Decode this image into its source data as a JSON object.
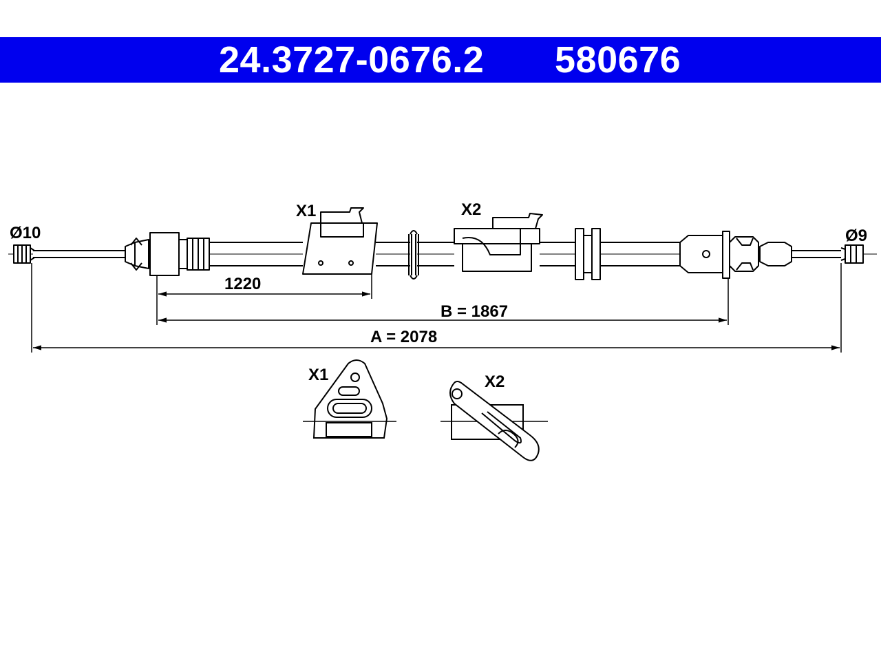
{
  "header": {
    "part_number": "24.3727-0676.2",
    "reference_number": "580676"
  },
  "labels": {
    "left_end_diameter": "Ø10",
    "right_end_diameter": "Ø9",
    "clip_x1": "X1",
    "clip_x2": "X2",
    "dim_clip": "1220",
    "dim_b": "B = 1867",
    "dim_a": "A = 2078",
    "detail_x1": "X1",
    "detail_x2": "X2"
  },
  "colors": {
    "header_bg": "#0000ee",
    "header_text": "#ffffff",
    "line": "#000000"
  }
}
